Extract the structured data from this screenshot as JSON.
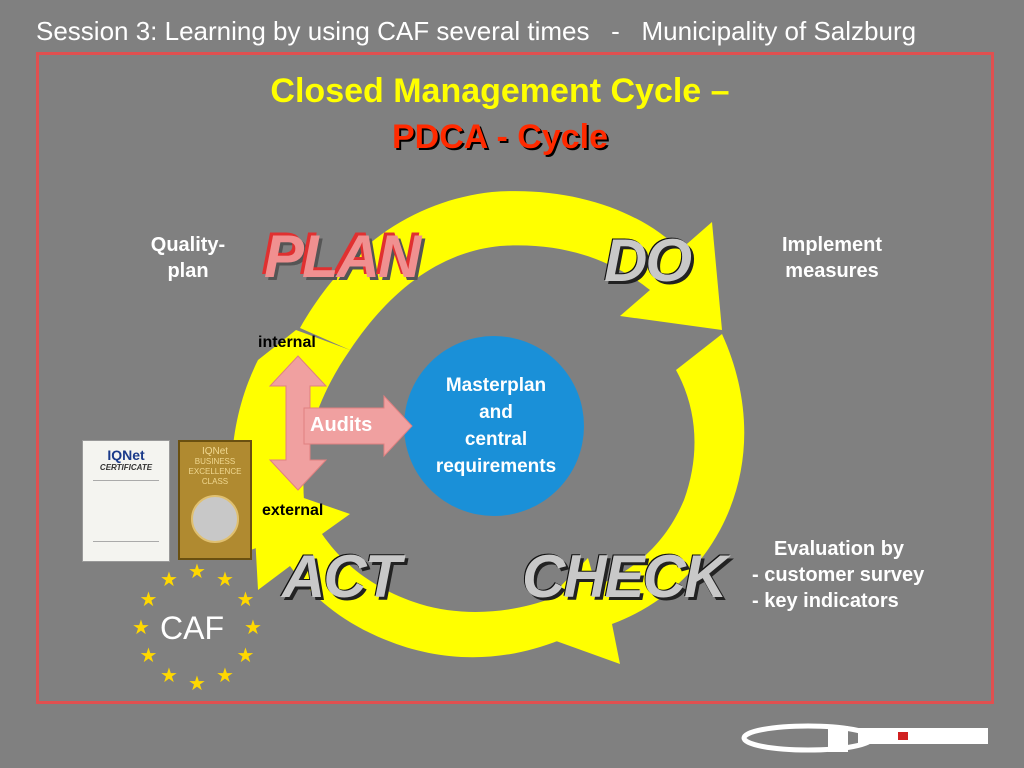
{
  "header": "Session 3: Learning by using CAF several times   -   Municipality of Salzburg",
  "title": {
    "line1": "Closed Management Cycle –",
    "line2": "PDCA - Cycle"
  },
  "phases": {
    "plan": "PLAN",
    "do": "DO",
    "check": "CHECK",
    "act": "ACT"
  },
  "notes": {
    "quality_plan": [
      "Quality-",
      "plan"
    ],
    "implement": [
      "Implement",
      "measures"
    ],
    "evaluation": [
      "Evaluation by",
      "- customer survey",
      "- key indicators"
    ]
  },
  "audits": {
    "label": "Audits",
    "internal": "internal",
    "external": "external"
  },
  "center": [
    "Masterplan",
    "and",
    "central",
    "requirements"
  ],
  "caf": "CAF",
  "certificates": {
    "cert1_brand": "IQNet",
    "cert1_title": "CERTIFICATE",
    "cert2_brand": "IQNet",
    "cert2_lines": [
      "BUSINESS",
      "EXCELLENCE",
      "CLASS"
    ]
  },
  "colors": {
    "cycle": "#ffff00",
    "center": "#1a90d8",
    "audit_arrow": "#f0a0a0",
    "title": "#ffff00",
    "subtitle": "#ff2a00",
    "frame": "#e05050"
  }
}
